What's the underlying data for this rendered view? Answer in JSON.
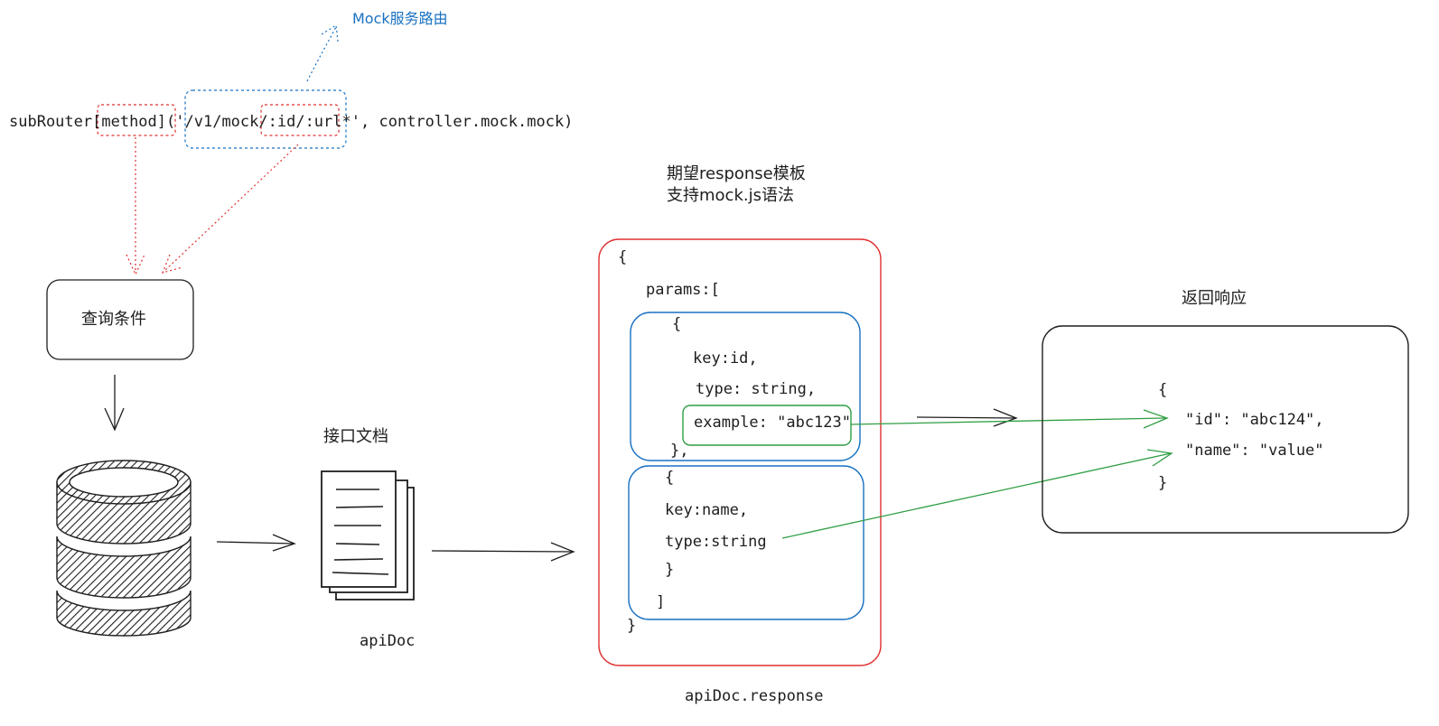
{
  "route": {
    "prefix": "subRouter",
    "method": "[method]",
    "paren_open": "(",
    "path_a": "'/v1/mock/",
    "path_params": ":id/:url*'",
    "path_sep": ",",
    "handler": "controller.mock.mock)"
  },
  "mock_route_label": "Mock服务路由",
  "query_box_label": "查询条件",
  "api_doc_title": "接口文档",
  "api_doc_caption": "apiDoc",
  "template_title": [
    "期望response模板",
    "支持mock.js语法"
  ],
  "template_caption": "apiDoc.response",
  "template_code": {
    "open": "{",
    "params": "params:[",
    "item1_open": "{",
    "item1_key": "key:id,",
    "item1_type": "type: string,",
    "item1_example": "example: \"abc123\"",
    "item1_close": "},",
    "item2_open": "{",
    "item2_key": "key:name,",
    "item2_type": "type:string",
    "item2_close": "}",
    "params_close": "]",
    "close": "}"
  },
  "response_title": "返回响应",
  "response_code": {
    "open": "{",
    "id_line": "\"id\": \"abc124\",",
    "name_line": "\"name\": \"value\"",
    "close": "}"
  },
  "colors": {
    "ink": "#1e1e1e",
    "red": "#e03131",
    "blue": "#1971c2",
    "green": "#2f9e44"
  }
}
